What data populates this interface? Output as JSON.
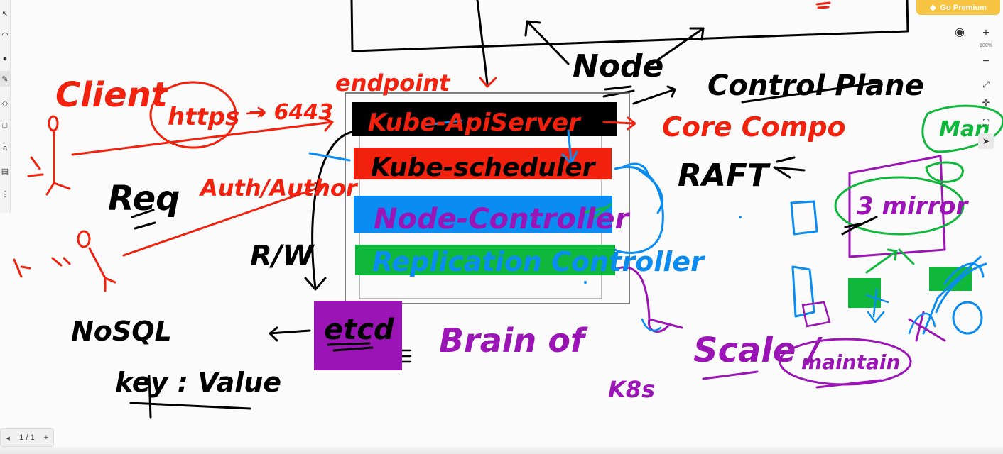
{
  "premium_label": "Go Premium",
  "zoom_label": "100%",
  "page_indicator": "1 / 1",
  "colors": {
    "red": "#f2210e",
    "black": "#000000",
    "blue": "#0b8cf2",
    "green": "#0fb83a",
    "purple": "#9b14b5",
    "premium": "#f7c343"
  },
  "diagram": {
    "client": "Client",
    "https": "https",
    "port": "→ 6443",
    "endpoint": "endpoint",
    "node": "Node",
    "control_plane": "Control Plane",
    "core_compo": "Core Compo",
    "raft": "RAFT",
    "req": "Req",
    "auth": "Auth/Author",
    "rw": "R/W",
    "nosql": "NoSQL",
    "key_value": "key : Value",
    "brain": "Brain of",
    "k8s": "K8s",
    "scale": "Scale /",
    "maintain": "maintain",
    "three_mirror": "3 mirror",
    "man": "Man",
    "etcd": "etcd",
    "bars": [
      {
        "label": "Kube-ApiServer",
        "fill": "#000000",
        "text": "#f2210e"
      },
      {
        "label": "Kube-scheduler",
        "fill": "#f2210e",
        "text": "#000000"
      },
      {
        "label": "Node-Controller",
        "fill": "#0b8cf2",
        "text": "#9b14b5"
      },
      {
        "label": "Replication Controller",
        "fill": "#0fb83a",
        "text": "#0b8cf2"
      }
    ]
  }
}
